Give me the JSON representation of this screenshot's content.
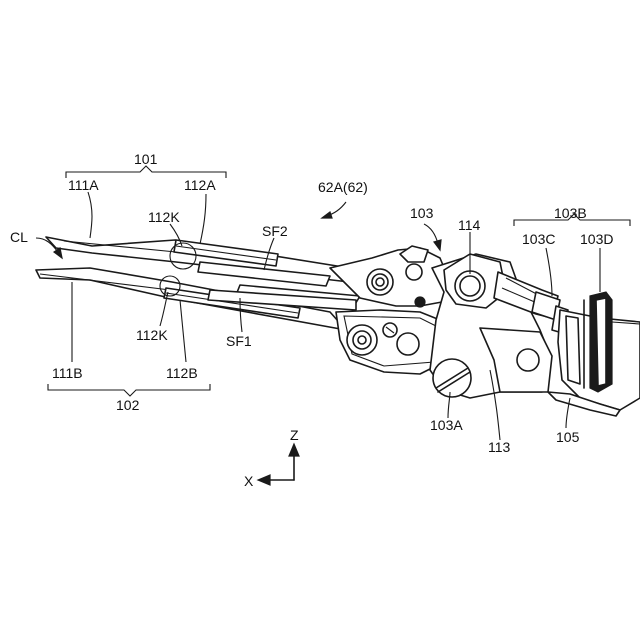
{
  "labels": {
    "n101": "101",
    "n111A": "111A",
    "n112A_top": "112A",
    "n112K_top": "112K",
    "n62A": "62A(62)",
    "n103": "103",
    "n114": "114",
    "n103B": "103B",
    "n103C": "103C",
    "n103D": "103D",
    "cl": "CL",
    "sf2": "SF2",
    "sf1": "SF1",
    "n112K_bot": "112K",
    "n111B": "111B",
    "n112B": "112B",
    "n102": "102",
    "n103A": "103A",
    "n113": "113",
    "n105": "105",
    "axis_z": "Z",
    "axis_x": "X"
  }
}
